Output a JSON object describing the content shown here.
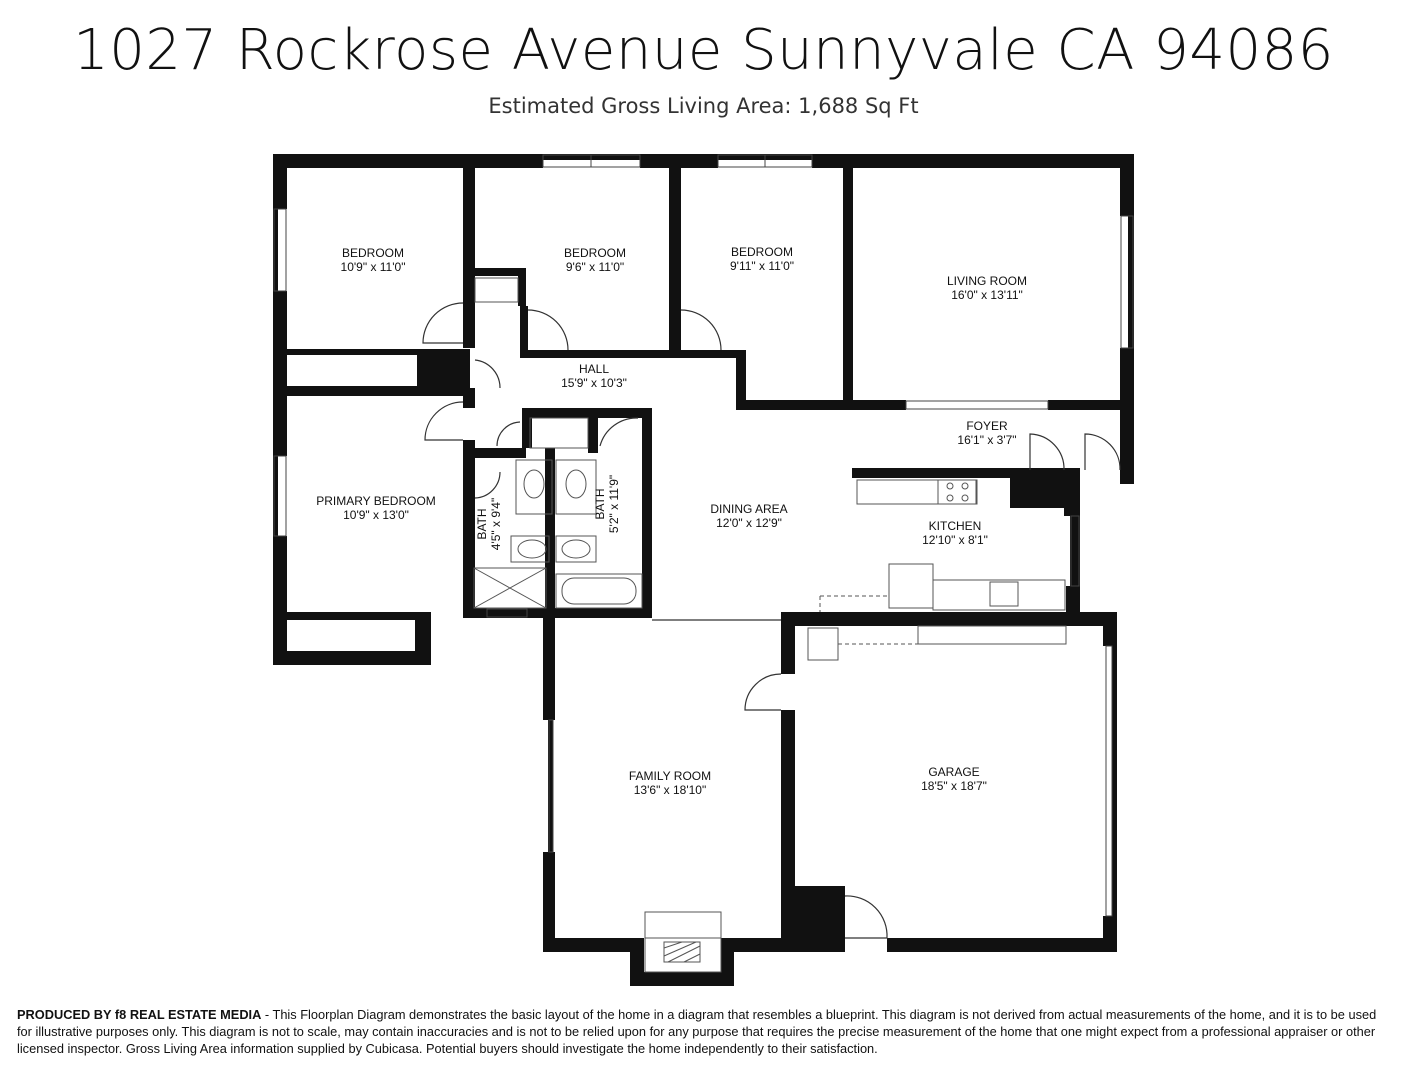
{
  "header": {
    "title": "1027 Rockrose Avenue Sunnyvale CA 94086",
    "subtitle": "Estimated Gross Living Area: 1,688 Sq Ft"
  },
  "rooms": {
    "bedroom_1": {
      "name": "BEDROOM",
      "size": "10'9\" x 11'0\""
    },
    "bedroom_2": {
      "name": "BEDROOM",
      "size": "9'6\" x 11'0\""
    },
    "bedroom_3": {
      "name": "BEDROOM",
      "size": "9'11\" x 11'0\""
    },
    "living_room": {
      "name": "LIVING ROOM",
      "size": "16'0\" x 13'11\""
    },
    "hall": {
      "name": "HALL",
      "size": "15'9\" x 10'3\""
    },
    "foyer": {
      "name": "FOYER",
      "size": "16'1\" x 3'7\""
    },
    "primary_bedroom": {
      "name": "PRIMARY BEDROOM",
      "size": "10'9\" x 13'0\""
    },
    "bath_1": {
      "name": "BATH",
      "size": "4'5\" x 9'4\""
    },
    "bath_2": {
      "name": "BATH",
      "size": "5'2\" x 11'9\""
    },
    "dining_area": {
      "name": "DINING AREA",
      "size": "12'0\" x 12'9\""
    },
    "kitchen": {
      "name": "KITCHEN",
      "size": "12'10\" x 8'1\""
    },
    "family_room": {
      "name": "FAMILY ROOM",
      "size": "13'6\" x 18'10\""
    },
    "garage": {
      "name": "GARAGE",
      "size": "18'5\" x 18'7\""
    }
  },
  "footer": {
    "producer": "PRODUCED BY f8 REAL ESTATE MEDIA",
    "text": " - This Floorplan Diagram demonstrates the basic layout of the home in a diagram that resembles a blueprint. This diagram is not derived from actual measurements of the home, and it is to be used for illustrative purposes only. This diagram is not to scale, may contain inaccuracies and is not to be relied upon for any purpose that requires the precise measurement of the home that one might expect from a professional appraiser or other licensed inspector. Gross Living Area information supplied by Cubicasa. Potential buyers should investigate the home independently to their satisfaction."
  },
  "colors": {
    "wall": "#111111",
    "fixture": "#555555",
    "background": "#ffffff"
  }
}
